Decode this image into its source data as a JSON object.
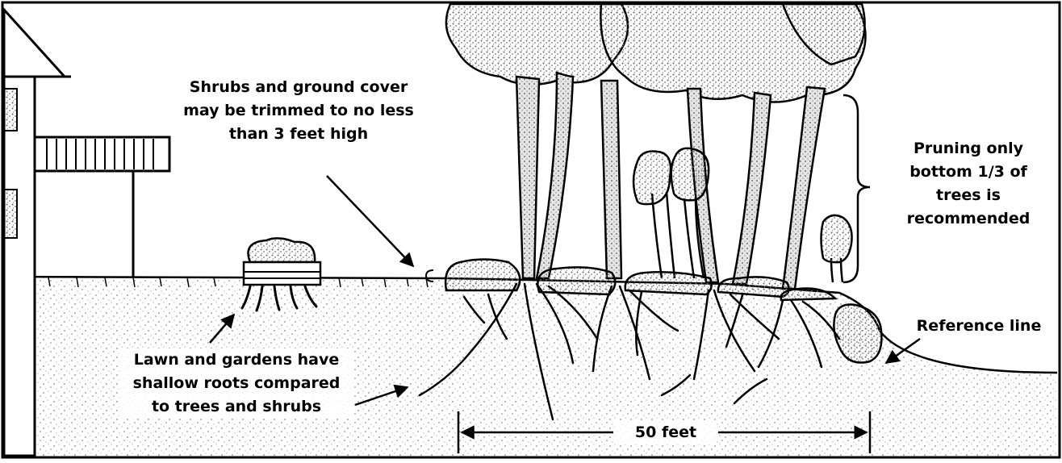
{
  "labels": {
    "shrubs": [
      "Shrubs and ground cover",
      "may be trimmed to no less",
      "than 3 feet high"
    ],
    "pruning": [
      "Pruning only",
      "bottom 1/3 of",
      "trees is",
      "recommended"
    ],
    "reference": "Reference line",
    "lawn": [
      "Lawn and gardens have",
      "shallow roots compared",
      "to trees and shrubs"
    ],
    "distance": "50 feet"
  },
  "colors": {
    "ink": "#000000",
    "stipple": "#8a8a8a",
    "paper": "#ffffff"
  }
}
